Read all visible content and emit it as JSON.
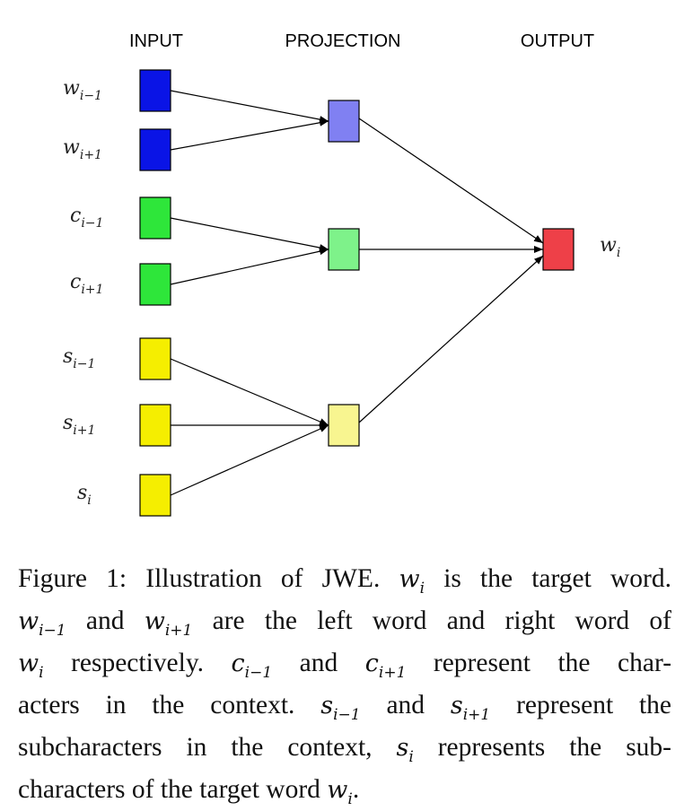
{
  "columns": {
    "input": "INPUT",
    "projection": "PROJECTION",
    "output": "OUTPUT"
  },
  "inputs": [
    {
      "base": "w",
      "sub": "i−1",
      "color": "#0a14e6",
      "group": "word"
    },
    {
      "base": "w",
      "sub": "i+1",
      "color": "#0a14e6",
      "group": "word"
    },
    {
      "base": "c",
      "sub": "i−1",
      "color": "#2ee63a",
      "group": "char"
    },
    {
      "base": "c",
      "sub": "i+1",
      "color": "#2ee63a",
      "group": "char"
    },
    {
      "base": "s",
      "sub": "i−1",
      "color": "#f5ee00",
      "group": "sub"
    },
    {
      "base": "s",
      "sub": "i+1",
      "color": "#f5ee00",
      "group": "sub"
    },
    {
      "base": "s",
      "sub": "i",
      "color": "#f5ee00",
      "group": "sub"
    }
  ],
  "projections": [
    {
      "group": "word",
      "color": "#8080f2"
    },
    {
      "group": "char",
      "color": "#7ef28a"
    },
    {
      "group": "sub",
      "color": "#f8f590"
    }
  ],
  "output": {
    "base": "w",
    "sub": "i",
    "color": "#ee4048"
  },
  "caption": {
    "l1_a": "Figure 1: Illustration of JWE.",
    "l1_b": "is the target word.",
    "l2_a": "and",
    "l2_b": "are the left word and right word of",
    "l3_a": "respectively.",
    "l3_b": "and",
    "l3_c": "represent the char-",
    "l4_a": "acters in the context.",
    "l4_b": "and",
    "l4_c": "represent the",
    "l5_a": "subcharacters in the context,",
    "l5_b": "represents the sub-",
    "l6_a": "characters of the target word",
    "l6_b": "."
  }
}
